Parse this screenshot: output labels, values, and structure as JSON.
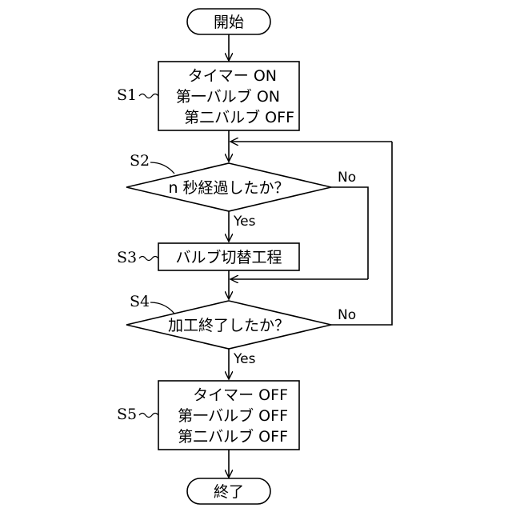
{
  "start": "開始",
  "end": "終了",
  "steps": {
    "s1": {
      "label": "S1",
      "lines": [
        "タイマー ON",
        "第一バルブ ON",
        "第二バルブ OFF"
      ]
    },
    "s2": {
      "label": "S2",
      "text": "n 秒経過したか？"
    },
    "s3": {
      "label": "S3",
      "text": "バルブ切替工程"
    },
    "s4": {
      "label": "S4",
      "text": "加工終了したか？"
    },
    "s5": {
      "label": "S5",
      "lines": [
        "タイマー OFF",
        "第一バルブ OFF",
        "第二バルブ OFF"
      ]
    }
  },
  "branches": {
    "yes": "Yes",
    "no": "No"
  }
}
